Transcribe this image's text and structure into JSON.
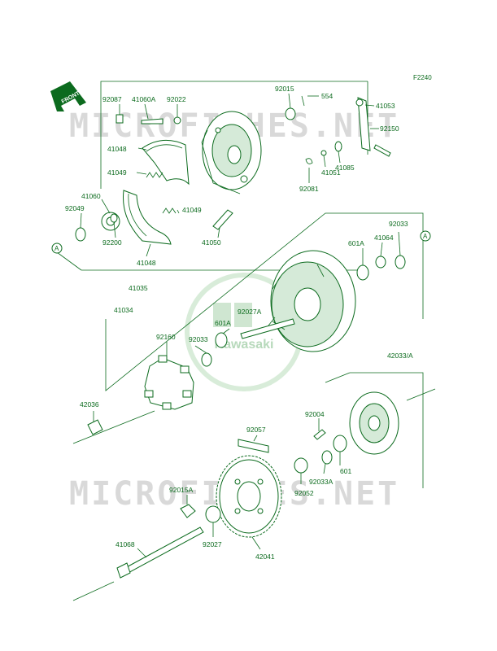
{
  "figure_code": "F2240",
  "front_label": "FRONT",
  "watermark": "MICROFICHES.NET",
  "logo_text": "Kawasaki",
  "ref_marker": "A",
  "parts": {
    "p92087": "92087",
    "p41060A": "41060A",
    "p92022": "92022",
    "p92015": "92015",
    "p554": "554",
    "p41053": "41053",
    "p92150": "92150",
    "p41048a": "41048",
    "p41049a": "41049",
    "p41051": "41051",
    "p41085": "41085",
    "p92081": "92081",
    "p41060": "41060",
    "p92049": "92049",
    "p92200": "92200",
    "p41049b": "41049",
    "p41050": "41050",
    "p41048b": "41048",
    "p41035": "41035",
    "p92033a": "92033",
    "p41064": "41064",
    "p601Aa": "601A",
    "p41034": "41034",
    "p92027A": "92027A",
    "p601Ab": "601A",
    "p92160": "92160",
    "p92033b": "92033",
    "p42033A": "42033/A",
    "p42036": "42036",
    "p92057": "92057",
    "p92004": "92004",
    "p601": "601",
    "p92033A": "92033A",
    "p92052": "92052",
    "p92015A": "92015A",
    "p92027": "92027",
    "p41068": "41068",
    "p42041": "42041"
  }
}
